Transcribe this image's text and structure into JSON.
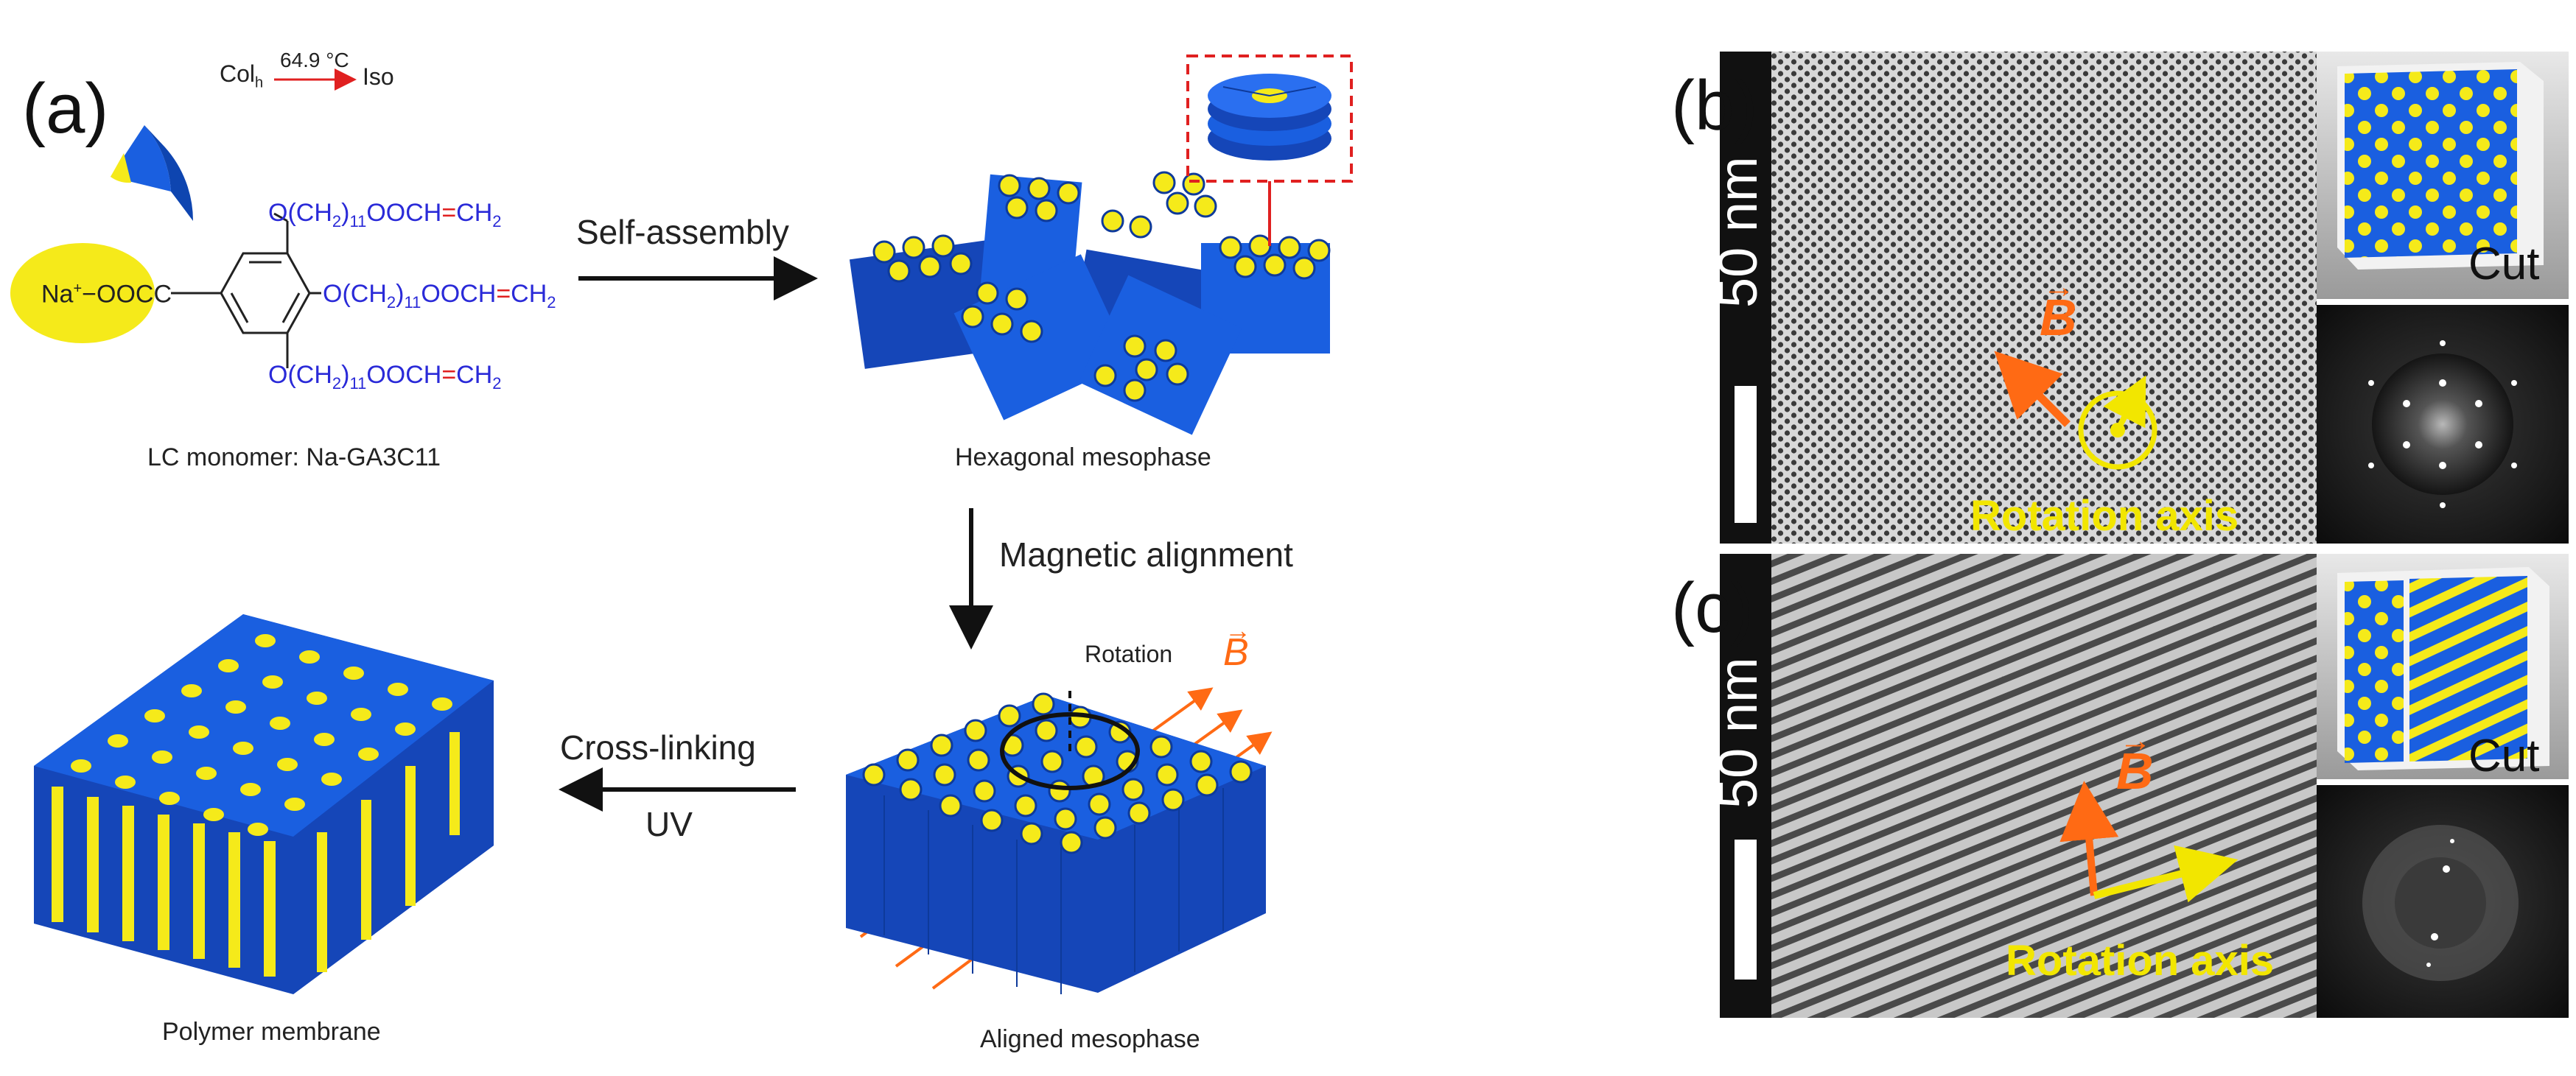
{
  "panel_labels": {
    "a": "(a)",
    "b": "(b)",
    "c": "(c)"
  },
  "monomer": {
    "transition_left": "Col",
    "transition_left_sub": "h",
    "transition_temp": "64.9 °C",
    "transition_right": "Iso",
    "sodium": "Na",
    "sodium_sup": "+",
    "carboxylate": "−OOC",
    "chain_prefix": "O(CH",
    "chain_sub": "2",
    "chain_mid": ")",
    "chain_sub2": "11",
    "chain_tail": "OOCH",
    "chain_eq": "=",
    "chain_end": "CH",
    "chain_end_sub": "2",
    "caption": "LC monomer: Na-GA3C11"
  },
  "steps": {
    "self_assembly": "Self-assembly",
    "hexagonal_caption": "Hexagonal mesophase",
    "magnetic_alignment": "Magnetic alignment",
    "rotation_label": "Rotation",
    "b_symbol": "B",
    "aligned_caption": "Aligned mesophase",
    "cross_linking": "Cross-linking",
    "uv": "UV",
    "membrane_caption": "Polymer membrane"
  },
  "tem_b": {
    "scale": "50 nm",
    "cut": "Cut",
    "rotation_axis": "Rotation axis",
    "b_symbol": "B"
  },
  "tem_c": {
    "scale": "50 nm",
    "cut": "Cut",
    "rotation_axis": "Rotation axis",
    "b_symbol": "B"
  },
  "colors": {
    "cylinder_blue": "#1a5fe0",
    "core_yellow": "#f5ea1a",
    "field_orange": "#ff6a14",
    "annot_red": "#e02020",
    "chem_blue": "#2a2ad8"
  }
}
